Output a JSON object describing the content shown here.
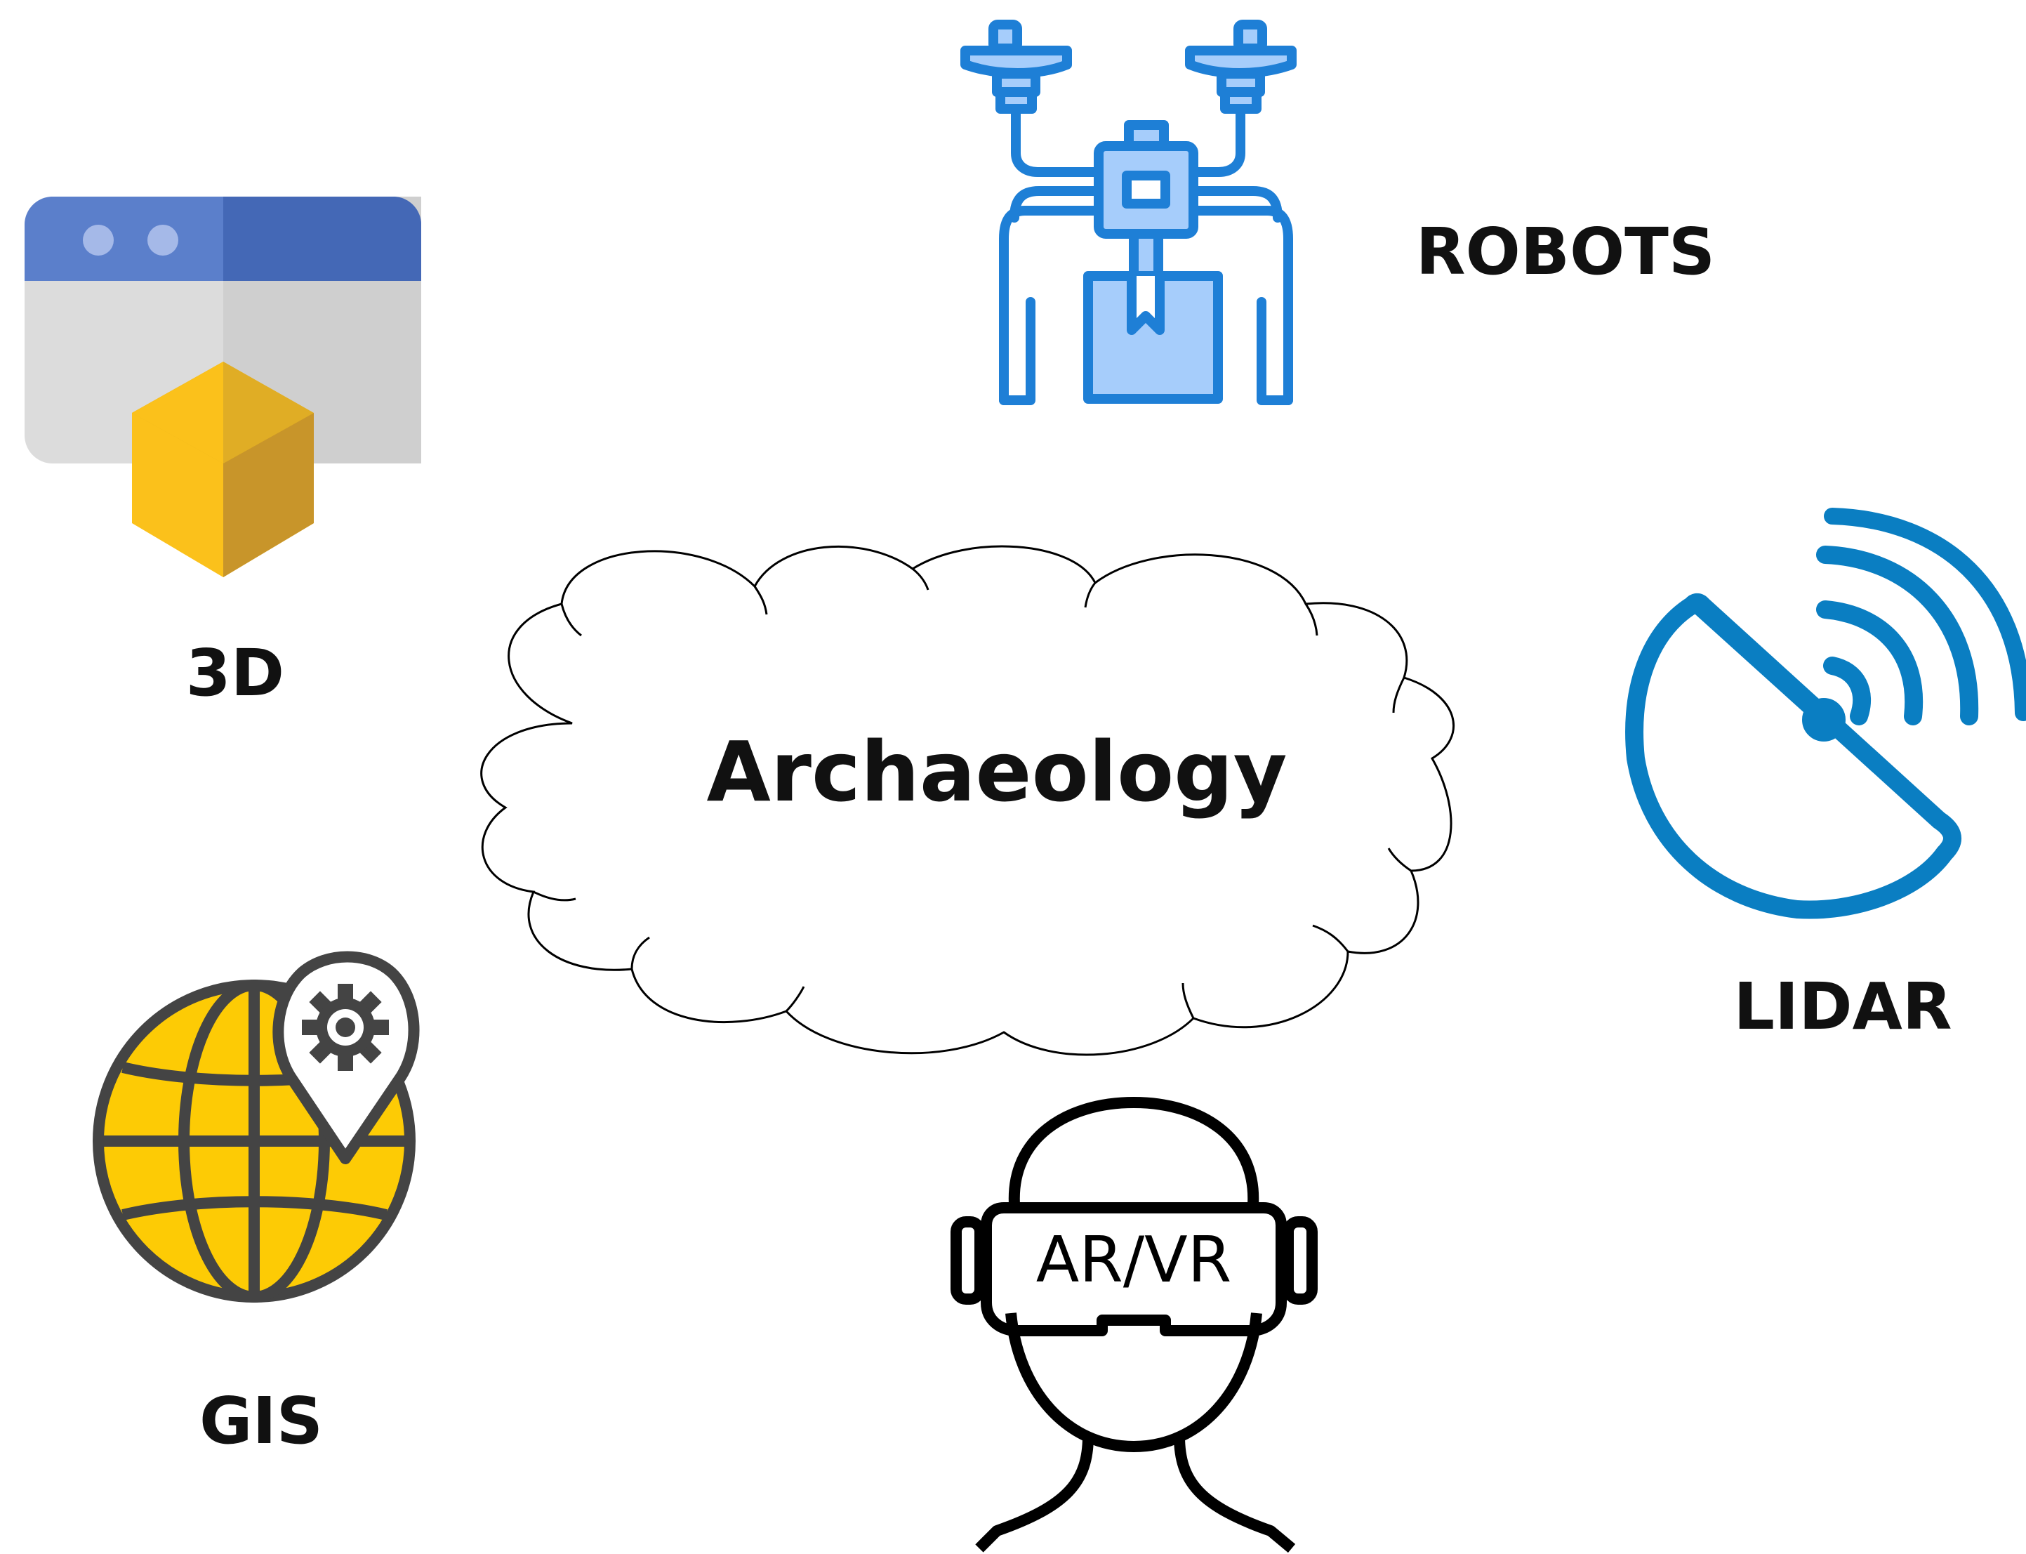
{
  "center": {
    "label": "Archaeology"
  },
  "nodes": {
    "robots": {
      "label": "ROBOTS",
      "icon": "drone-icon"
    },
    "three_d": {
      "label": "3D",
      "icon": "browser-cube-icon"
    },
    "lidar": {
      "label": "LIDAR",
      "icon": "satellite-dish-icon"
    },
    "gis": {
      "label": "GIS",
      "icon": "globe-gear-pin-icon"
    },
    "ar_vr": {
      "label": "AR/VR",
      "icon": "vr-headset-icon"
    }
  },
  "colors": {
    "drone_stroke": "#1e7fd6",
    "drone_fill": "#a6cdfb",
    "browser_bar": "#4a6fc0",
    "browser_body": "#dcdcdc",
    "cube_light": "#fbc11b",
    "cube_dark": "#c8952a",
    "dish": "#0a7ec2",
    "globe": "#fdcb05",
    "globe_stroke": "#444444",
    "text": "#111111"
  }
}
